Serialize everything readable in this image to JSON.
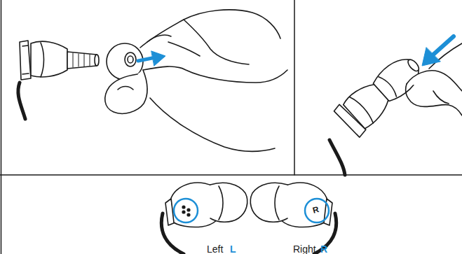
{
  "diagram": {
    "labels": [
      "R",
      "Left",
      "L",
      "Right",
      "R"
    ]
  }
}
